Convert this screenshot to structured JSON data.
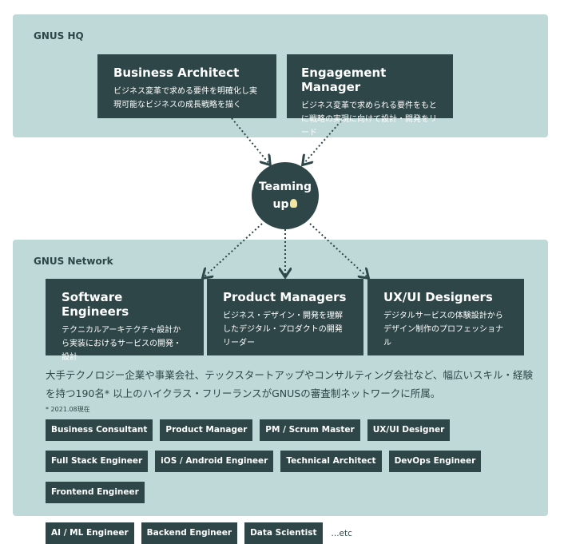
{
  "hq": {
    "label": "GNUS HQ",
    "roles": [
      {
        "title": "Business Architect",
        "desc": "ビジネス変革で求める要件を明確化し実現可能なビジネスの成長戦略を描く"
      },
      {
        "title": "Engagement Manager",
        "desc": "ビジネス変革で求められる要件をもとに戦略の実現に向けて設計・開発をリード"
      }
    ]
  },
  "center": {
    "line1": "Teaming",
    "line2": "up",
    "icon": "lightbulb-icon"
  },
  "network": {
    "label": "GNUS Network",
    "roles": [
      {
        "title": "Software Engineers",
        "desc": "テクニカルアーキテクチャ設計から実装におけるサービスの開発・設計"
      },
      {
        "title": "Product Managers",
        "desc": "ビジネス・デザイン・開発を理解したデジタル・プロダクトの開発リーダー"
      },
      {
        "title": "UX/UI Designers",
        "desc": "デジタルサービスの体験設計からデザイン制作のプロフェッショナル"
      }
    ],
    "description": "大手テクノロジー企業や事業会社、テックスタートアップやコンサルティング会社など、幅広いスキル・経験を持つ190名* 以上のハイクラス・フリーランスがGNUSの審査制ネットワークに所属。",
    "note": "* 2021.08現在",
    "tags": [
      "Business Consultant",
      "Product Manager",
      "PM / Scrum Master",
      "UX/UI Designer",
      "Full Stack Engineer",
      "iOS / Android Engineer",
      "Technical Architect",
      "DevOps Engineer",
      "Frontend Engineer",
      "AI / ML Engineer",
      "Backend Engineer",
      "Data Scientist"
    ],
    "etc": "...etc"
  }
}
